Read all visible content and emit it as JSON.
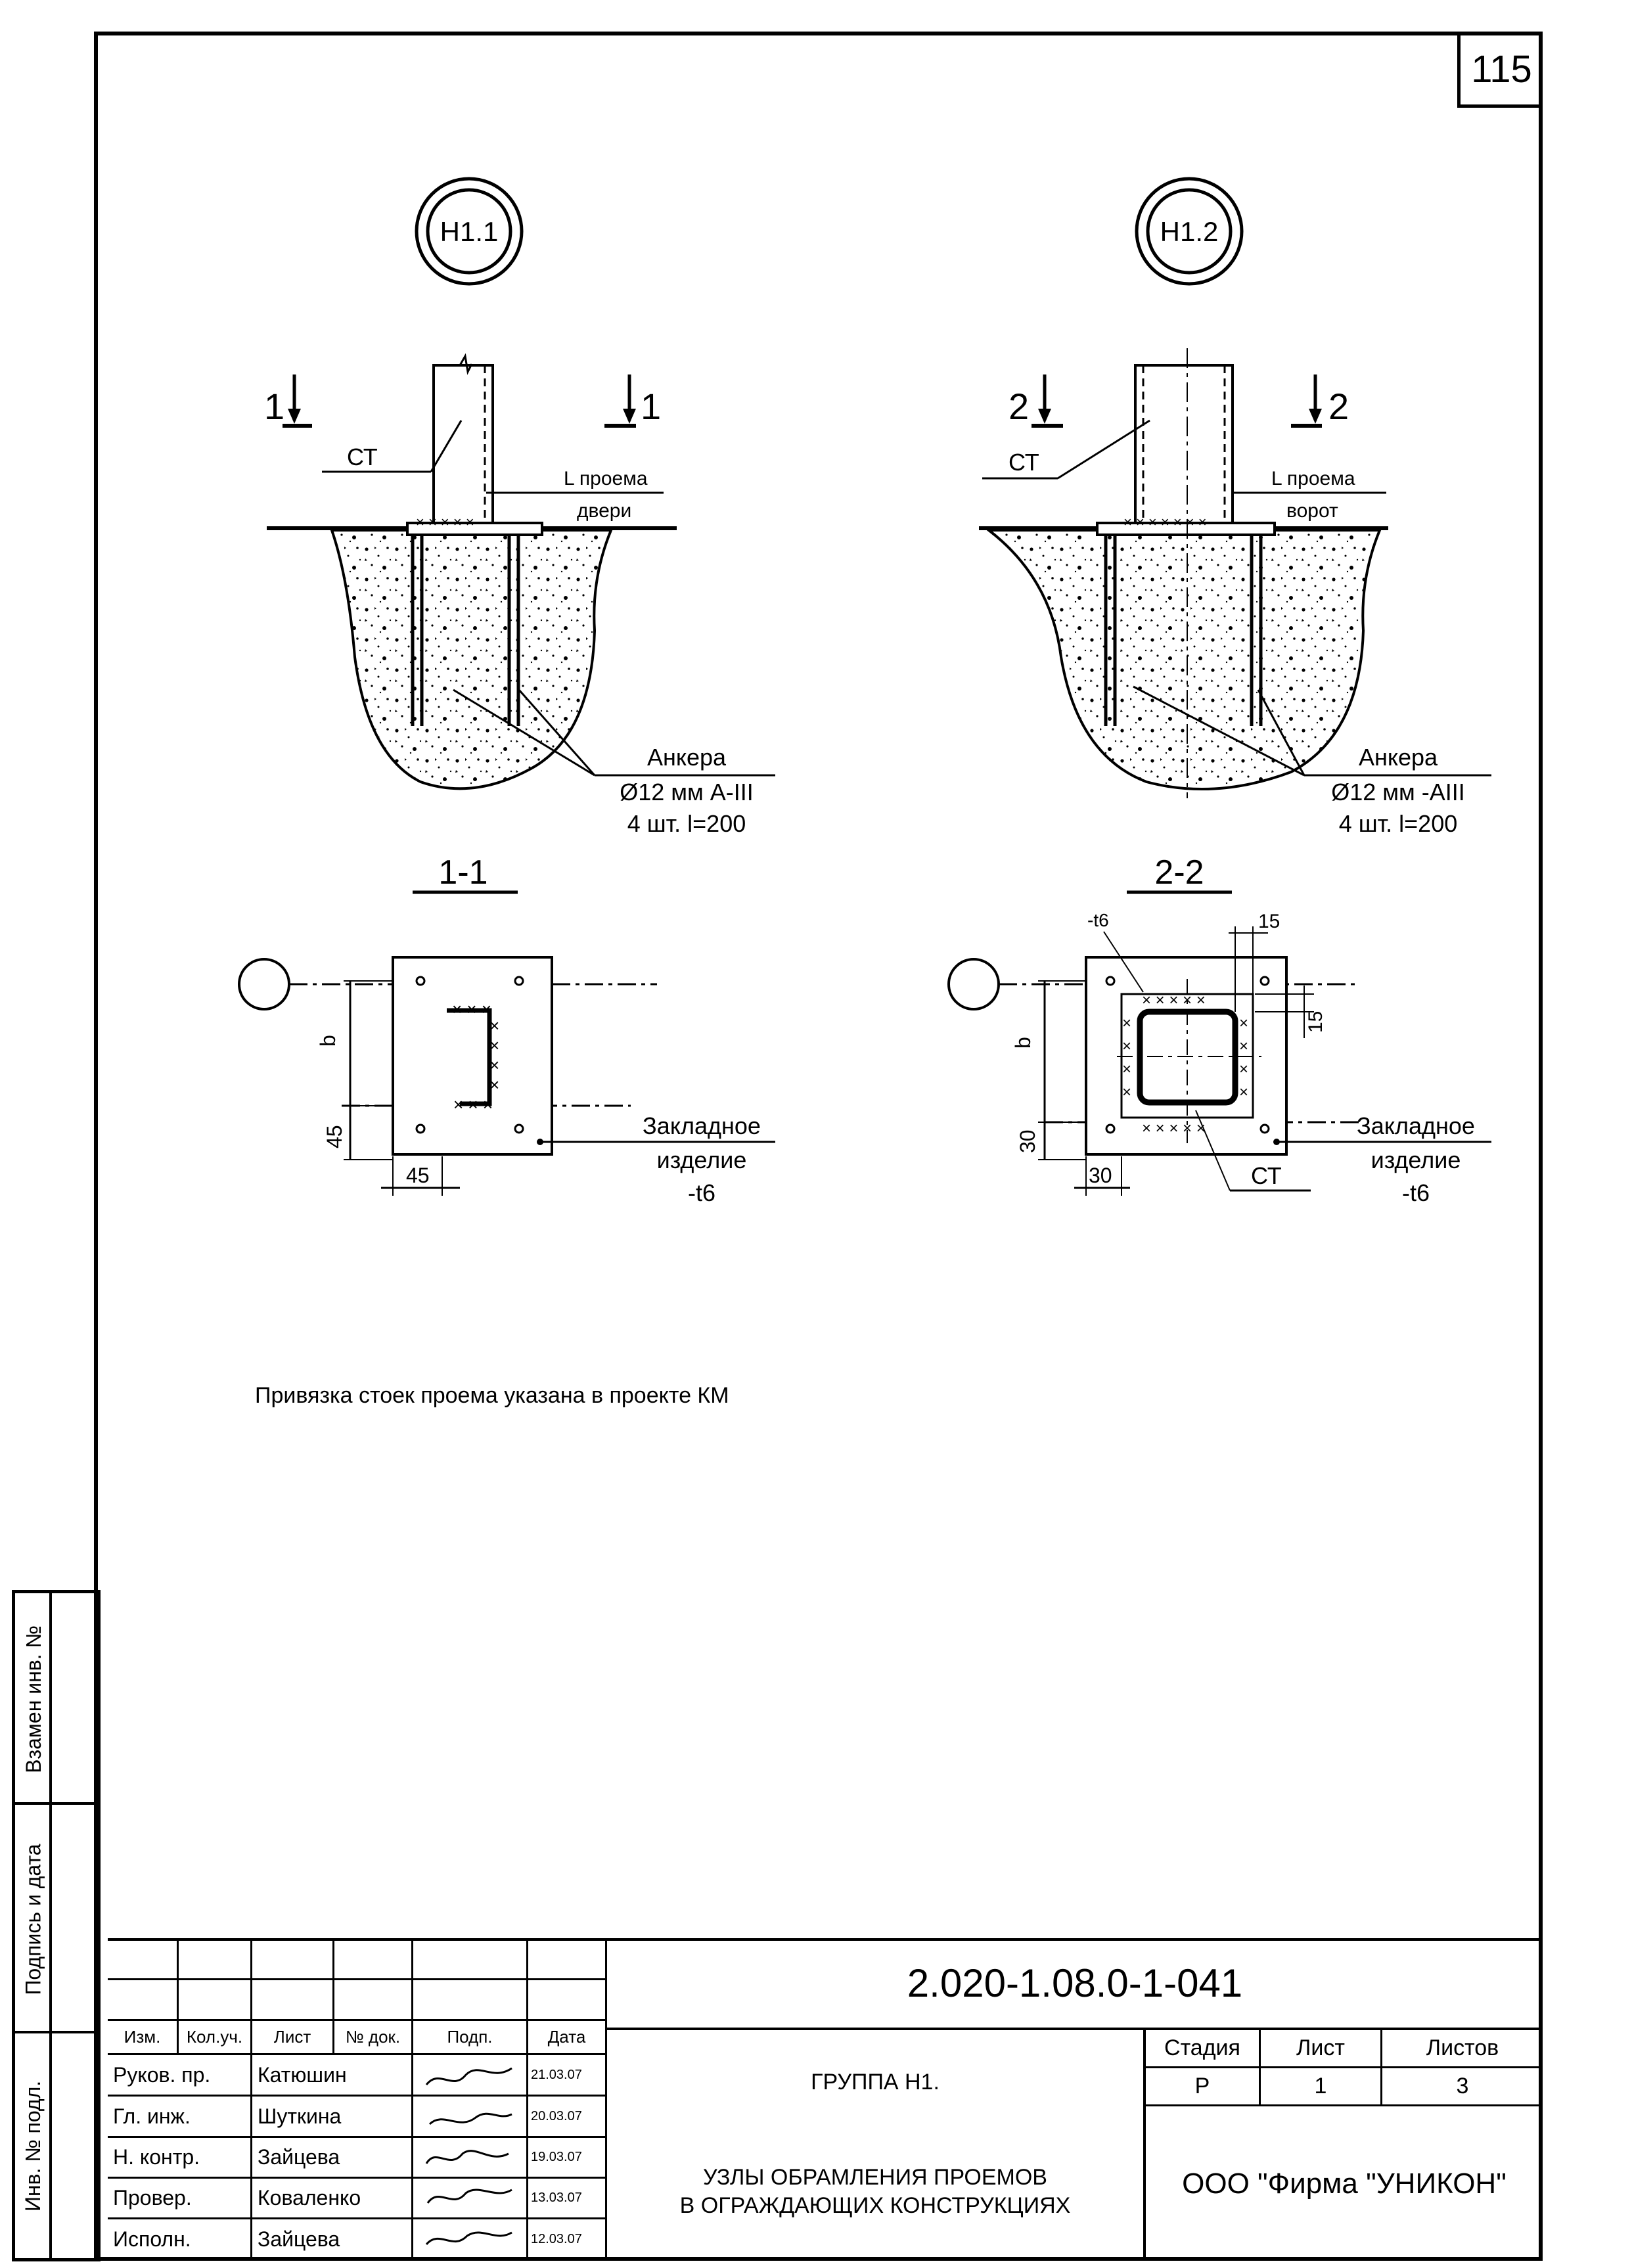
{
  "sheet_number": "115",
  "nodes": {
    "left": {
      "marker": "Н1.1",
      "cut_left": "1",
      "cut_right": "1",
      "column_label": "СТ",
      "opening_label_1": "L проема",
      "opening_label_2": "двери",
      "anchor_title": "Анкера",
      "anchor_spec": "Ø12 мм А-III",
      "anchor_qty": "4 шт. l=200",
      "section_title": "1-1",
      "dim_b": "b",
      "dim_vertical": "45",
      "dim_horizontal": "45",
      "embed_1": "Закладное",
      "embed_2": "изделие",
      "embed_3": "-t6"
    },
    "right": {
      "marker": "Н1.2",
      "cut_left": "2",
      "cut_right": "2",
      "column_label": "СТ",
      "opening_label_1": "L проема",
      "opening_label_2": "ворот",
      "anchor_title": "Анкера",
      "anchor_spec": "Ø12 мм -АIII",
      "anchor_qty": "4 шт. l=200",
      "section_title": "2-2",
      "plate_label": "-t6",
      "dim_top": "15",
      "dim_side": "15",
      "dim_b": "b",
      "dim_vertical": "30",
      "dim_horizontal": "30",
      "column_label_plan": "СТ",
      "embed_1": "Закладное",
      "embed_2": "изделие",
      "embed_3": "-t6"
    }
  },
  "note": "Привязка стоек проема указана в проекте КМ",
  "side_stamp": {
    "replace_inv": "Взамен инв. №",
    "sign_date": "Подпись и дата",
    "inv_orig": "Инв. № подл."
  },
  "title_block": {
    "doc_code": "2.020-1.08.0-1-041",
    "headers": [
      "Изм.",
      "Кол.уч.",
      "Лист",
      "№ док.",
      "Подп.",
      "Дата"
    ],
    "rows": [
      {
        "role": "Руков. пр.",
        "name": "Катюшин",
        "date": "21.03.07"
      },
      {
        "role": "Гл. инж.",
        "name": "Шуткина",
        "date": "20.03.07"
      },
      {
        "role": "Н. контр.",
        "name": "Зайцева",
        "date": "19.03.07"
      },
      {
        "role": "Провер.",
        "name": "Коваленко",
        "date": "13.03.07"
      },
      {
        "role": "Исполн.",
        "name": "Зайцева",
        "date": "12.03.07"
      }
    ],
    "group": "ГРУППА Н1.",
    "title_line_1": "УЗЛЫ ОБРАМЛЕНИЯ ПРОЕМОВ",
    "title_line_2": "В ОГРАЖДАЮЩИХ КОНСТРУКЦИЯХ",
    "stage_label": "Стадия",
    "sheet_label": "Лист",
    "sheets_label": "Листов",
    "stage": "Р",
    "sheet": "1",
    "sheets": "3",
    "organization": "ООО  \"Фирма \"УНИКОН\""
  }
}
